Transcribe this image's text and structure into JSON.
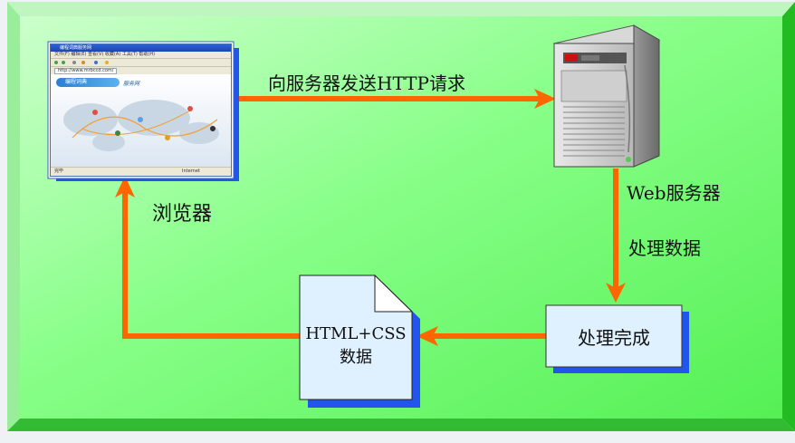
{
  "colors": {
    "background_outer": "#eef2f4",
    "panel_green": "#66ff66",
    "panel_light": "#ccffcc",
    "panel_shadow": "#22bb22",
    "arrow_orange": "#ff6600",
    "box_fill": "#dff0ff",
    "box_shadow": "#2255ee"
  },
  "labels": {
    "browser": "浏览器",
    "request": "向服务器发送HTTP请求",
    "server": "Web服务器",
    "process": "处理数据",
    "done": "处理完成",
    "doc_line1": "HTML+CSS",
    "doc_line2": "数据"
  },
  "browser_thumb": {
    "title": "编程词典服务网",
    "menu": "文件(F)  编辑(E)  查看(V)  收藏(A)  工具(T)  帮助(H)",
    "address": "http://www.mrbccd.com/",
    "logo": "编程词典",
    "brand": "服务网",
    "status_left": "完毕",
    "status_right": "Internet"
  },
  "icons": {
    "browser": "browser-window-icon",
    "server": "server-tower-icon",
    "document": "document-icon"
  }
}
